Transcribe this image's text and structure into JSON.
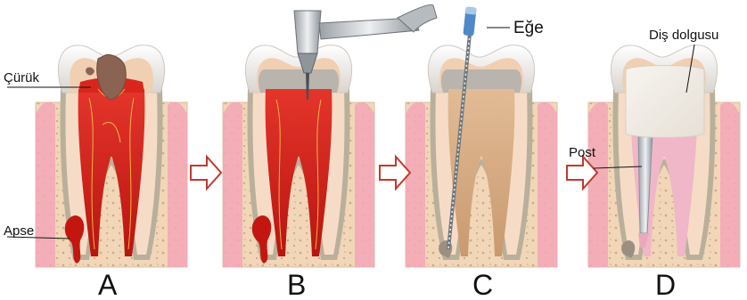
{
  "colors": {
    "bone": "#f1d6b7",
    "bone_dots": "#c9a98a",
    "gum_pink": "#f3a7b7",
    "root_sheath": "#b9b09b",
    "dentin": "#f6dcc6",
    "enamel": "#e8e3df",
    "pulp_infected": "#d8261d",
    "pulp_clean": "#d9ae86",
    "filling": "#f3efe9",
    "post_metal": "#c9cdd1",
    "arrow_outline": "#c2392c",
    "abscess": "#c41610"
  },
  "panels": [
    {
      "letter": "A",
      "state": "infected-decay-abscess"
    },
    {
      "letter": "B",
      "state": "drilling-access"
    },
    {
      "letter": "C",
      "state": "cleaning-with-file"
    },
    {
      "letter": "D",
      "state": "post-and-filling"
    }
  ],
  "callouts": {
    "decay": "Çürük",
    "abscess": "Apse",
    "file": "Eğe",
    "post": "Post",
    "filling": "Diş dolgusu"
  },
  "icons": {
    "step_arrow": "right-arrow-outline-icon",
    "drill": "dental-drill-icon",
    "file_tool": "endodontic-file-icon"
  }
}
